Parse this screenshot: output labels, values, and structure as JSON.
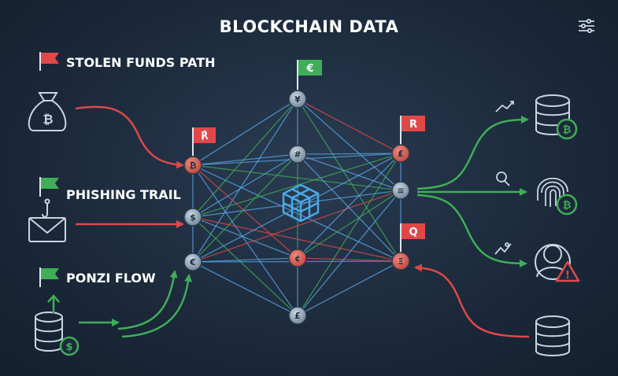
{
  "header": {
    "title": "BLOCKCHAIN DATA",
    "filter_icon": "sliders-icon"
  },
  "cases": [
    {
      "label": "STOLEN FUNDS PATH",
      "flag_color": "#e04848",
      "source_icon": "money-bag-bitcoin-icon"
    },
    {
      "label": "PHISHING TRAIL",
      "flag_color": "#3fae57",
      "source_icon": "phishing-email-hook-icon"
    },
    {
      "label": "PONZI FLOW",
      "flag_color": "#3fae57",
      "source_icon": "database-dollar-icon"
    }
  ],
  "network": {
    "center_icon": "cube-icon",
    "flags": [
      {
        "glyph": "€",
        "color": "#3fae57"
      },
      {
        "glyph": "℟",
        "color": "#e04848"
      },
      {
        "glyph": "R",
        "color": "#e04848"
      },
      {
        "glyph": "Q",
        "color": "#e04848"
      }
    ]
  },
  "destinations": [
    {
      "icon": "database-bitcoin-icon",
      "flow_icon": "trend-chart-icon"
    },
    {
      "icon": "fingerprint-bitcoin-icon",
      "flow_icon": "magnifier-icon"
    },
    {
      "icon": "user-warning-icon",
      "flow_icon": "suspicious-trend-icon"
    },
    {
      "icon": "database-icon",
      "flow_icon": ""
    }
  ],
  "colors": {
    "red": "#e04848",
    "green": "#3fae57",
    "blue": "#5aa6e6",
    "node": "#8fa8bf"
  }
}
